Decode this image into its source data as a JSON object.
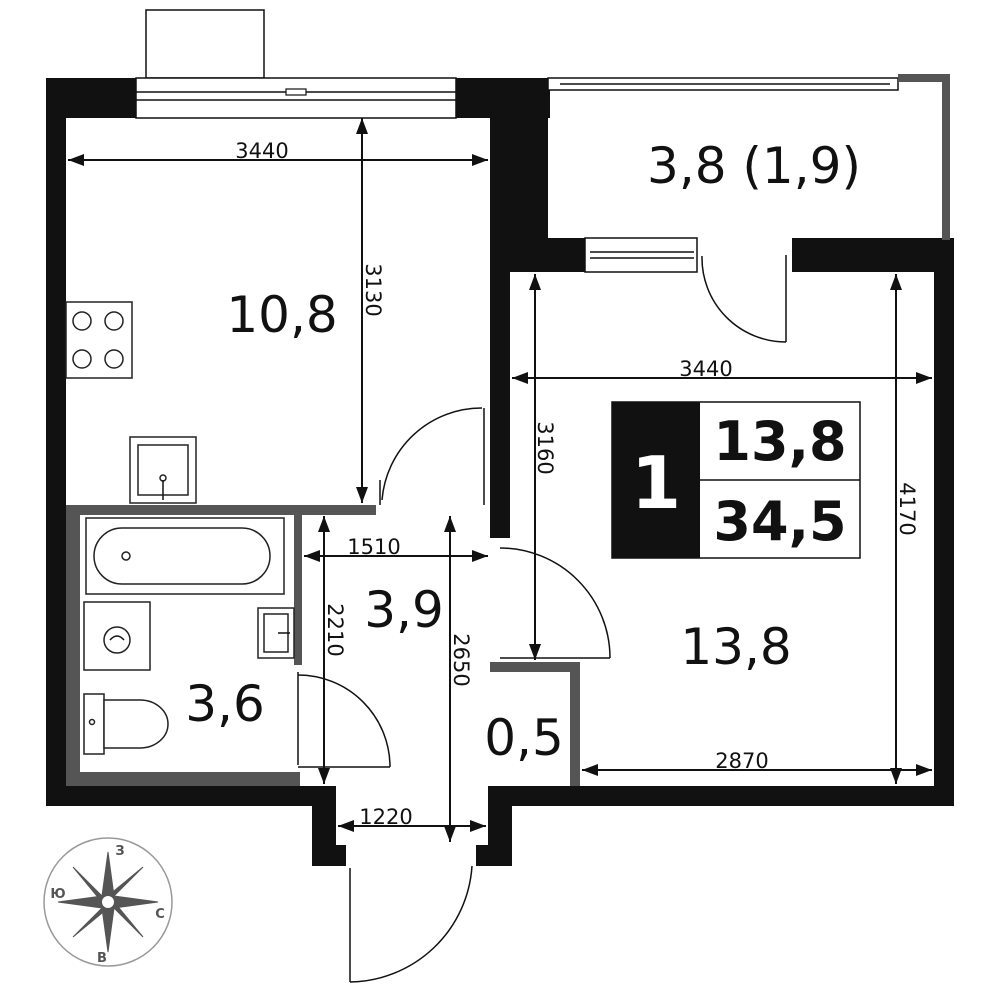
{
  "apartment": {
    "rooms_count": "1",
    "living_area": "13,8",
    "total_area": "34,5"
  },
  "rooms": {
    "kitchen": "10,8",
    "balcony": "3,8 (1,9)",
    "living_room": "13,8",
    "hallway": "3,9",
    "bathroom": "3,6",
    "closet": "0,5"
  },
  "dimensions": {
    "kitchen_width": "3440",
    "kitchen_depth": "3130",
    "living_width": "3440",
    "living_depth": "3160",
    "living_height": "4170",
    "living_bottom": "2870",
    "hall_width": "1510",
    "hall_height": "2210",
    "hall_depth": "2650",
    "entrance_width": "1220"
  },
  "compass": {
    "north": "З",
    "east": "С",
    "south": "В",
    "west": "Ю"
  },
  "colors": {
    "wall": "#111111",
    "wet_wall": "#555555",
    "badge_dark": "#111111"
  }
}
